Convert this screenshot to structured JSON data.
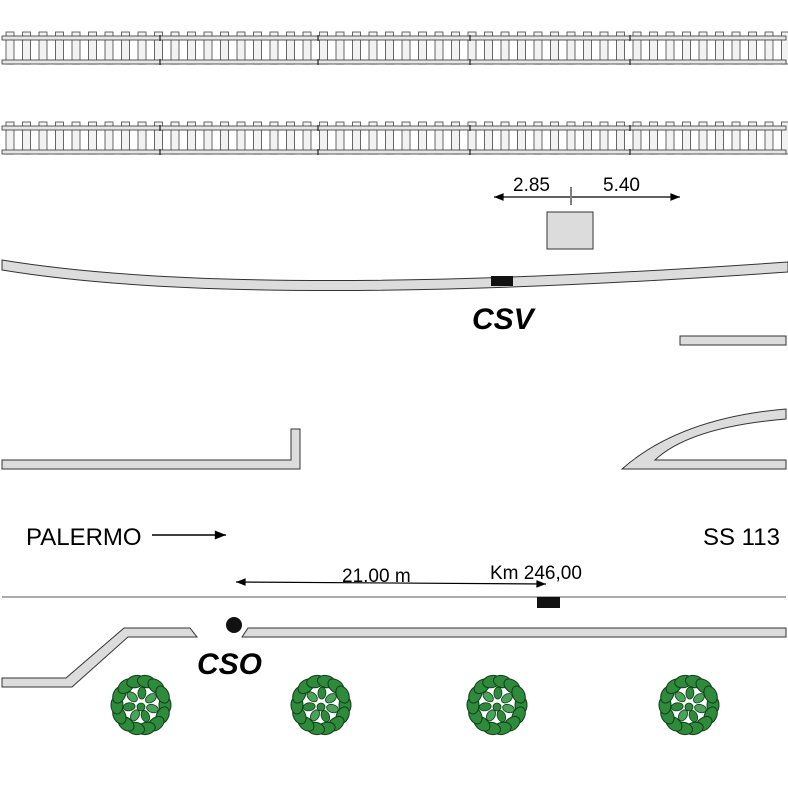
{
  "labels": {
    "csv": "CSV",
    "cso": "CSO",
    "direction": "PALERMO",
    "road": "SS 113",
    "distance": "21.00 m",
    "km_marker": "Km 246,00",
    "dim_left": "2.85",
    "dim_right": "5.40"
  },
  "colors": {
    "curb_fill": "#dcdcdc",
    "outline": "#333333",
    "tree_green": "#2e8b3c",
    "marker": "#111111"
  },
  "icons": {
    "tree": "bush-icon",
    "arrow": "arrow-right-icon"
  }
}
